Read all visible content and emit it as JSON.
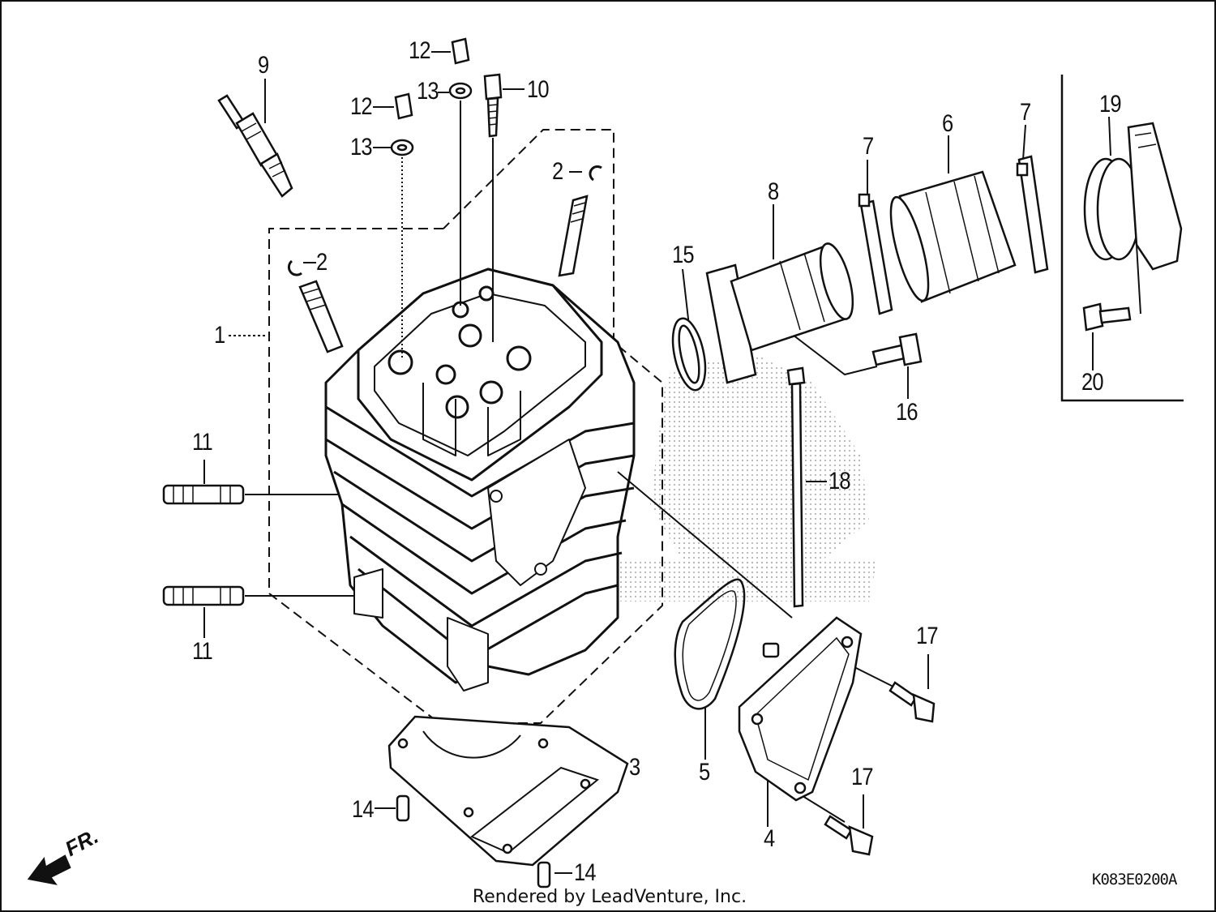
{
  "labels": {
    "p1": "1",
    "p2a": "2",
    "p2b": "2",
    "p3": "3",
    "p4": "4",
    "p5": "5",
    "p6": "6",
    "p7a": "7",
    "p7b": "7",
    "p8": "8",
    "p9": "9",
    "p10": "10",
    "p11a": "11",
    "p11b": "11",
    "p12a": "12",
    "p12b": "12",
    "p13a": "13",
    "p13b": "13",
    "p14a": "14",
    "p14b": "14",
    "p15": "15",
    "p16": "16",
    "p17a": "17",
    "p17b": "17",
    "p18": "18",
    "p19": "19",
    "p20": "20"
  },
  "front_indicator": "FR.",
  "diagram_code": "K083E0200A",
  "footer": "Rendered by LeadVenture, Inc."
}
